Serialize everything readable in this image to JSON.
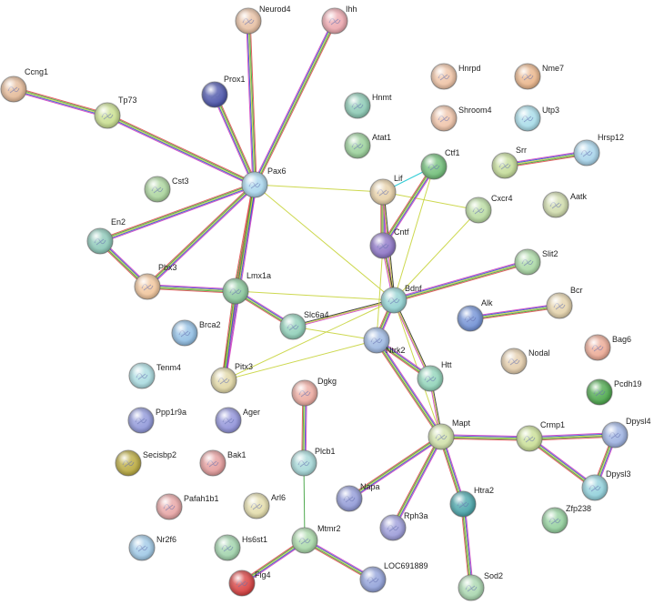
{
  "nodes": [
    {
      "id": "Neurod4",
      "label": "Neurod4",
      "color": "#e7bfa2"
    },
    {
      "id": "Ihh",
      "label": "Ihh",
      "color": "#eba6ad"
    },
    {
      "id": "Ccng1",
      "label": "Ccng1",
      "color": "#e3b896"
    },
    {
      "id": "Tp73",
      "label": "Tp73",
      "color": "#c8de8e"
    },
    {
      "id": "Prox1",
      "label": "Prox1",
      "color": "#4750a8"
    },
    {
      "id": "Pax6",
      "label": "Pax6",
      "color": "#a8d5ec"
    },
    {
      "id": "Hnrpd",
      "label": "Hnrpd",
      "color": "#eec2a4"
    },
    {
      "id": "Nme7",
      "label": "Nme7",
      "color": "#e9b489"
    },
    {
      "id": "Hnmt",
      "label": "Hnmt",
      "color": "#89c8b2"
    },
    {
      "id": "Shroom4",
      "label": "Shroom4",
      "color": "#efc3a8"
    },
    {
      "id": "Utp3",
      "label": "Utp3",
      "color": "#a6dbe8"
    },
    {
      "id": "Atat1",
      "label": "Atat1",
      "color": "#98cf98"
    },
    {
      "id": "Ctf1",
      "label": "Ctf1",
      "color": "#6fbd77"
    },
    {
      "id": "Hrsp12",
      "label": "Hrsp12",
      "color": "#a6d3ea"
    },
    {
      "id": "Srr",
      "label": "Srr",
      "color": "#c3db97"
    },
    {
      "id": "Cst3",
      "label": "Cst3",
      "color": "#a9d49b"
    },
    {
      "id": "Lif",
      "label": "Lif",
      "color": "#e6cfa6"
    },
    {
      "id": "Cxcr4",
      "label": "Cxcr4",
      "color": "#b8dba0"
    },
    {
      "id": "Aatk",
      "label": "Aatk",
      "color": "#cfdbab"
    },
    {
      "id": "En2",
      "label": "En2",
      "color": "#89c6b6"
    },
    {
      "id": "Cntf",
      "label": "Cntf",
      "color": "#8a72c4"
    },
    {
      "id": "Slit2",
      "label": "Slit2",
      "color": "#a9d8a4"
    },
    {
      "id": "Pbx3",
      "label": "Pbx3",
      "color": "#f0c49a"
    },
    {
      "id": "Lmx1a",
      "label": "Lmx1a",
      "color": "#88c69a"
    },
    {
      "id": "Bdnf",
      "label": "Bdnf",
      "color": "#90d0d0"
    },
    {
      "id": "Bcr",
      "label": "Bcr",
      "color": "#e4d2aa"
    },
    {
      "id": "Brca2",
      "label": "Brca2",
      "color": "#8fbde3"
    },
    {
      "id": "Slc6a4",
      "label": "Slc6a4",
      "color": "#8fcfb8"
    },
    {
      "id": "Alk",
      "label": "Alk",
      "color": "#6f8fd4"
    },
    {
      "id": "Ntrk2",
      "label": "Ntrk2",
      "color": "#9bb6e0"
    },
    {
      "id": "Bag6",
      "label": "Bag6",
      "color": "#eba893"
    },
    {
      "id": "Nodal",
      "label": "Nodal",
      "color": "#e3ccaa"
    },
    {
      "id": "Tenm4",
      "label": "Tenm4",
      "color": "#a9dbe0"
    },
    {
      "id": "Pitx3",
      "label": "Pitx3",
      "color": "#e0d6a4"
    },
    {
      "id": "Htt",
      "label": "Htt",
      "color": "#8fd3b8"
    },
    {
      "id": "Pcdh19",
      "label": "Pcdh19",
      "color": "#49a649"
    },
    {
      "id": "Dgkg",
      "label": "Dgkg",
      "color": "#eba89e"
    },
    {
      "id": "Ppp1r9a",
      "label": "Ppp1r9a",
      "color": "#8d95d8"
    },
    {
      "id": "Ager",
      "label": "Ager",
      "color": "#8e90d8"
    },
    {
      "id": "Mapt",
      "label": "Mapt",
      "color": "#cfe0a8"
    },
    {
      "id": "Crmp1",
      "label": "Crmp1",
      "color": "#c8de94"
    },
    {
      "id": "Dpysl4",
      "label": "Dpysl4",
      "color": "#9bb0e0"
    },
    {
      "id": "Secisbp2",
      "label": "Secisbp2",
      "color": "#b8a83c"
    },
    {
      "id": "Bak1",
      "label": "Bak1",
      "color": "#e39a9a"
    },
    {
      "id": "Plcb1",
      "label": "Plcb1",
      "color": "#a3d6d6"
    },
    {
      "id": "Dpysl3",
      "label": "Dpysl3",
      "color": "#8fcfda"
    },
    {
      "id": "Pafah1b1",
      "label": "Pafah1b1",
      "color": "#e7a3a3"
    },
    {
      "id": "Napa",
      "label": "Napa",
      "color": "#8f98d6"
    },
    {
      "id": "Htra2",
      "label": "Htra2",
      "color": "#46a3a8"
    },
    {
      "id": "Arl6",
      "label": "Arl6",
      "color": "#e3dcaa"
    },
    {
      "id": "Zfp238",
      "label": "Zfp238",
      "color": "#92cf9c"
    },
    {
      "id": "Rph3a",
      "label": "Rph3a",
      "color": "#9a9ad8"
    },
    {
      "id": "Nr2f6",
      "label": "Nr2f6",
      "color": "#9ec8e6"
    },
    {
      "id": "Hs6st1",
      "label": "Hs6st1",
      "color": "#9fd2aa"
    },
    {
      "id": "Mtmr2",
      "label": "Mtmr2",
      "color": "#a8d8a8"
    },
    {
      "id": "LOC691889",
      "label": "LOC691889",
      "color": "#8f9fd8"
    },
    {
      "id": "Fig4",
      "label": "Fig4",
      "color": "#d63c3c"
    },
    {
      "id": "Sod2",
      "label": "Sod2",
      "color": "#a8d6ae"
    }
  ],
  "edges": [
    {
      "s": "Pax6",
      "t": "Neurod4",
      "type": "multi"
    },
    {
      "s": "Pax6",
      "t": "Ihh",
      "type": "multi"
    },
    {
      "s": "Pax6",
      "t": "Prox1",
      "type": "multi"
    },
    {
      "s": "Pax6",
      "t": "Tp73",
      "type": "multi"
    },
    {
      "s": "Tp73",
      "t": "Ccng1",
      "type": "multi"
    },
    {
      "s": "Pax6",
      "t": "En2",
      "type": "multi"
    },
    {
      "s": "Pax6",
      "t": "Pbx3",
      "type": "multi"
    },
    {
      "s": "Pax6",
      "t": "Lmx1a",
      "type": "multi"
    },
    {
      "s": "Pax6",
      "t": "Lif",
      "type": "text"
    },
    {
      "s": "Pax6",
      "t": "Bdnf",
      "type": "text"
    },
    {
      "s": "Pax6",
      "t": "Pitx3",
      "type": "multi"
    },
    {
      "s": "En2",
      "t": "Pbx3",
      "type": "multi"
    },
    {
      "s": "Pbx3",
      "t": "Lmx1a",
      "type": "multi"
    },
    {
      "s": "Lmx1a",
      "t": "Pitx3",
      "type": "multi"
    },
    {
      "s": "Lmx1a",
      "t": "Bdnf",
      "type": "text"
    },
    {
      "s": "Lmx1a",
      "t": "Slc6a4",
      "type": "multi"
    },
    {
      "s": "Slc6a4",
      "t": "Bdnf",
      "type": "mixed"
    },
    {
      "s": "Slc6a4",
      "t": "Ntrk2",
      "type": "text"
    },
    {
      "s": "Pitx3",
      "t": "Bdnf",
      "type": "text"
    },
    {
      "s": "Pitx3",
      "t": "Ntrk2",
      "type": "text"
    },
    {
      "s": "Lif",
      "t": "Cntf",
      "type": "multi"
    },
    {
      "s": "Lif",
      "t": "Bdnf",
      "type": "mixed"
    },
    {
      "s": "Lif",
      "t": "Cxcr4",
      "type": "text"
    },
    {
      "s": "Lif",
      "t": "Ctf1",
      "type": "cyan"
    },
    {
      "s": "Ctf1",
      "t": "Cntf",
      "type": "multi"
    },
    {
      "s": "Ctf1",
      "t": "Bdnf",
      "type": "text"
    },
    {
      "s": "Cntf",
      "t": "Bdnf",
      "type": "mixed"
    },
    {
      "s": "Cntf",
      "t": "Ntrk2",
      "type": "text"
    },
    {
      "s": "Cxcr4",
      "t": "Bdnf",
      "type": "text"
    },
    {
      "s": "Bdnf",
      "t": "Slit2",
      "type": "multi"
    },
    {
      "s": "Bdnf",
      "t": "Ntrk2",
      "type": "multi"
    },
    {
      "s": "Bdnf",
      "t": "Htt",
      "type": "mixed"
    },
    {
      "s": "Bdnf",
      "t": "Mapt",
      "type": "text"
    },
    {
      "s": "Ntrk2",
      "t": "Htt",
      "type": "multi"
    },
    {
      "s": "Ntrk2",
      "t": "Mapt",
      "type": "multi"
    },
    {
      "s": "Htt",
      "t": "Mapt",
      "type": "mixed"
    },
    {
      "s": "Srr",
      "t": "Hrsp12",
      "type": "multi"
    },
    {
      "s": "Alk",
      "t": "Bcr",
      "type": "multi"
    },
    {
      "s": "Mapt",
      "t": "Crmp1",
      "type": "multi"
    },
    {
      "s": "Mapt",
      "t": "Napa",
      "type": "multi"
    },
    {
      "s": "Mapt",
      "t": "Rph3a",
      "type": "multi"
    },
    {
      "s": "Mapt",
      "t": "Htra2",
      "type": "multi"
    },
    {
      "s": "Htra2",
      "t": "Sod2",
      "type": "multi"
    },
    {
      "s": "Crmp1",
      "t": "Dpysl4",
      "type": "multi"
    },
    {
      "s": "Crmp1",
      "t": "Dpysl3",
      "type": "multi"
    },
    {
      "s": "Dpysl4",
      "t": "Dpysl3",
      "type": "multi"
    },
    {
      "s": "Dgkg",
      "t": "Plcb1",
      "type": "multi"
    },
    {
      "s": "Plcb1",
      "t": "Mtmr2",
      "type": "green"
    },
    {
      "s": "Mtmr2",
      "t": "Fig4",
      "type": "multi"
    },
    {
      "s": "Mtmr2",
      "t": "LOC691889",
      "type": "multi"
    }
  ],
  "edge_colors": {
    "text": "#c8d43c",
    "cyan": "#18c8d0",
    "green": "#3ca03c",
    "black": "#303030",
    "multi": [
      "#d040c0",
      "#3050d0",
      "#c8d43c",
      "#3ca03c",
      "#e05050"
    ]
  }
}
